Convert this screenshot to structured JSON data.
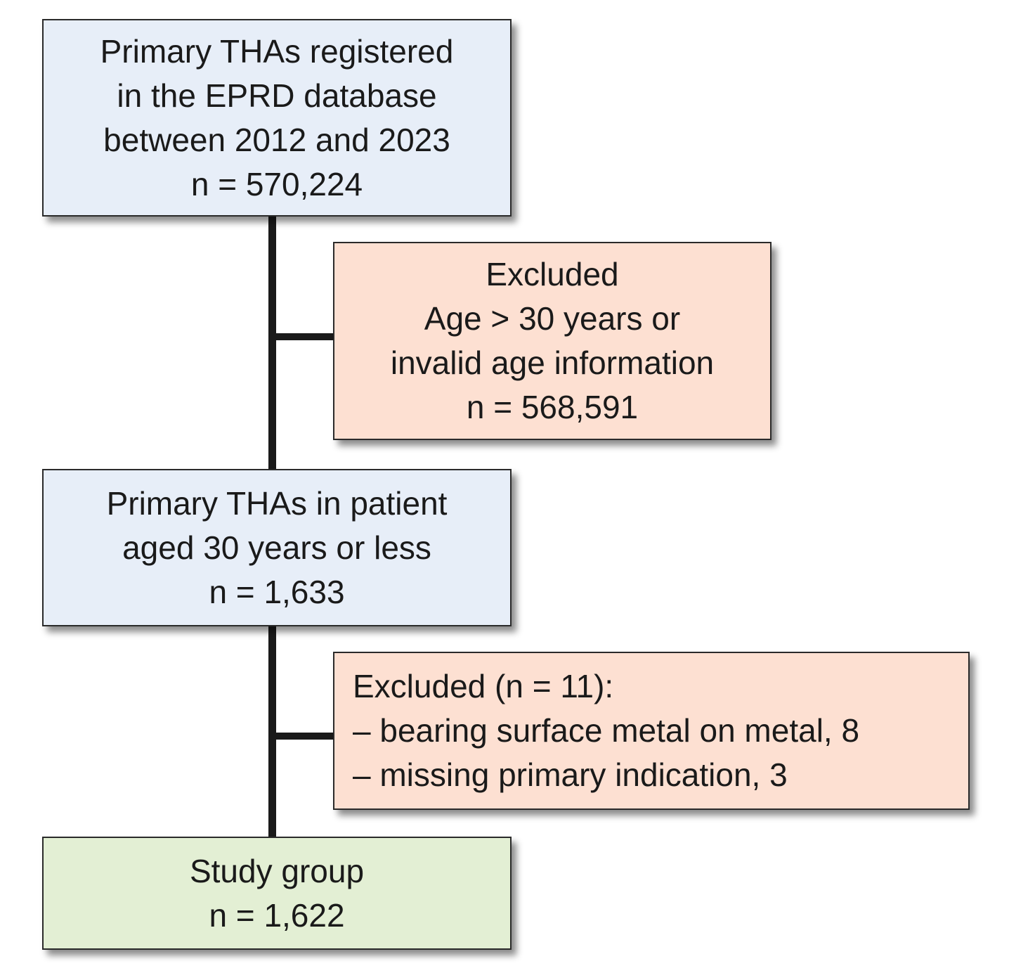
{
  "boxes": {
    "registered": {
      "lines": [
        "Primary THAs registered",
        "in the EPRD database",
        "between 2012 and 2023",
        "n = 570,224"
      ],
      "fill": "#e7eef8"
    },
    "excluded_age": {
      "lines": [
        "Excluded",
        "Age > 30 years or",
        "invalid age information",
        "n = 568,591"
      ],
      "fill": "#fde0d2"
    },
    "young": {
      "lines": [
        "Primary THAs in patient",
        "aged 30 years or less",
        "n = 1,633"
      ],
      "fill": "#e7eef8"
    },
    "excluded_other": {
      "lines": [
        "Excluded (n = 11):",
        "– bearing surface metal on metal, 8",
        "– missing primary indication, 3"
      ],
      "fill": "#fde0d2"
    },
    "study": {
      "lines": [
        "Study group",
        "n = 1,622"
      ],
      "fill": "#e3efd4"
    }
  },
  "edges": [
    {
      "from": "registered",
      "to": "young"
    },
    {
      "from": "registered",
      "to": "excluded_age"
    },
    {
      "from": "young",
      "to": "study"
    },
    {
      "from": "young",
      "to": "excluded_other"
    }
  ]
}
